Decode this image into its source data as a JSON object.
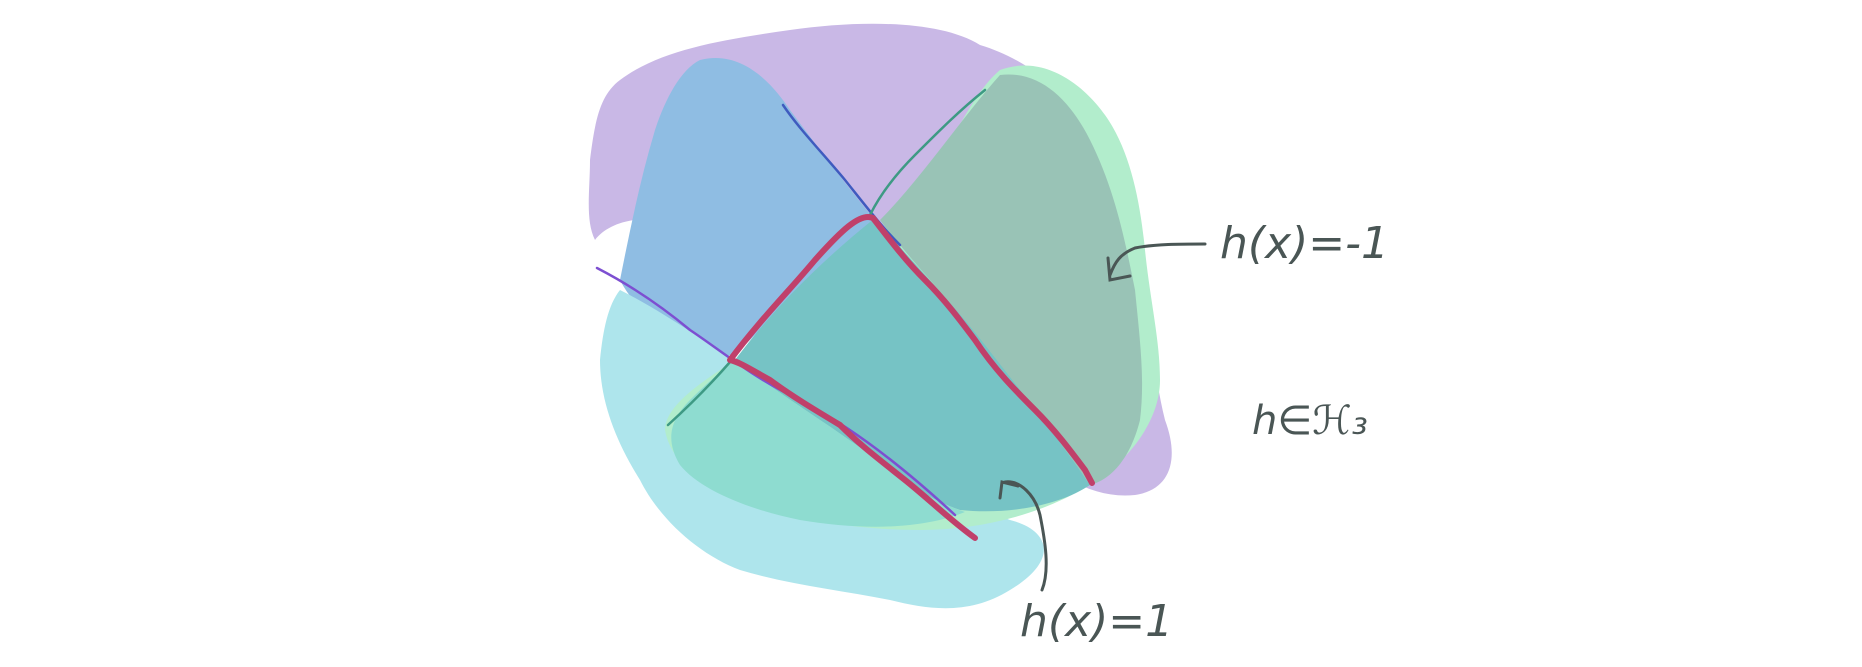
{
  "diagram": {
    "labels": {
      "negative": "h(x)=-1",
      "positive": "h(x)=1",
      "hypothesis": "h∈ℋ₃"
    },
    "colors": {
      "background": "#ffffff",
      "region_purple": "#c9b8e6",
      "region_blue": "#8fbde3",
      "region_cyan": "#aee5ec",
      "region_green": "#b2edcc",
      "overlap_teal": "#76c3c5",
      "overlap_green": "#8edcd0",
      "overlap_sage": "#99c3b6",
      "decision_boundary": "#c0406a",
      "blue_line": "#3f5bbf",
      "teal_line": "#3e9a84",
      "purple_line": "#7d4fd1",
      "annotation": "#4a5655"
    }
  }
}
